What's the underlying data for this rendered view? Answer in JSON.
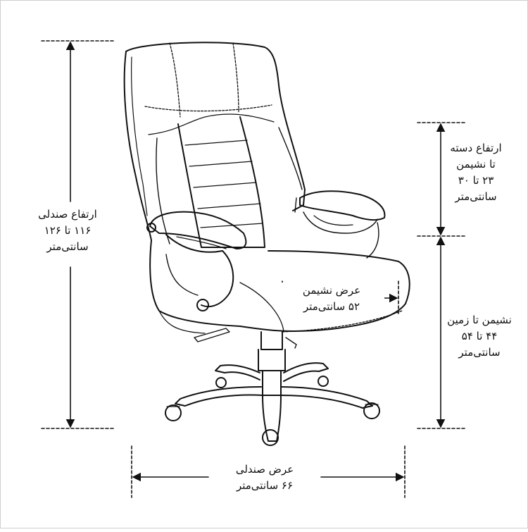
{
  "dimensions": {
    "overall_height": {
      "line1": "ارتفاع صندلی",
      "line2": "۱۱۶ تا ۱۲۶",
      "line3": "سانتی‌متر"
    },
    "armrest_to_seat": {
      "line1": "ارتفاع دسته",
      "line2": "تا نشیمن",
      "line3": "۲۳ تا ۳۰",
      "line4": "سانتی‌متر"
    },
    "seat_to_floor": {
      "line1": "نشیمن تا زمین",
      "line2": "۴۴ تا ۵۴",
      "line3": "سانتی‌متر"
    },
    "seat_width": {
      "line1": "عرض نشیمن",
      "line2": "۵۲ سانتی‌متر"
    },
    "chair_width": {
      "line1": "عرض صندلی",
      "line2": "۶۶ سانتی‌متر"
    }
  }
}
